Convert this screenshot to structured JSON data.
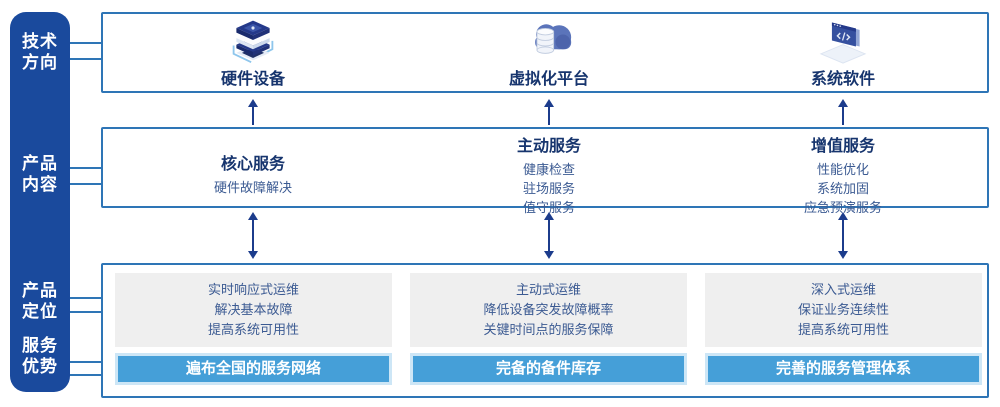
{
  "colors": {
    "sidebar_bg": "#1a4a9d",
    "sidebar_text": "#ffffff",
    "panel_border": "#2e75b6",
    "connector": "#2e75b6",
    "heading_text": "#17356e",
    "body_text": "#3b5a92",
    "arrow": "#1c3c8c",
    "gray_box_bg": "#efefef",
    "bar_bg": "#459fd8",
    "bar_border": "#cde6f6",
    "bar_text": "#ffffff"
  },
  "sidebar": {
    "items": [
      {
        "label": "技术\n方向"
      },
      {
        "label": "产品\n内容"
      },
      {
        "label": "产品\n定位"
      },
      {
        "label": "服务\n优势"
      }
    ]
  },
  "tech_direction_row": {
    "items": [
      {
        "icon": "server-stack-icon",
        "label": "硬件设备"
      },
      {
        "icon": "cloud-database-icon",
        "label": "虚拟化平台"
      },
      {
        "icon": "code-window-icon",
        "label": "系统软件"
      }
    ]
  },
  "product_content_row": {
    "columns": [
      {
        "heading": "核心服务",
        "items": [
          "硬件故障解决"
        ]
      },
      {
        "heading": "主动服务",
        "items": [
          "健康检查",
          "驻场服务",
          "值守服务"
        ]
      },
      {
        "heading": "增值服务",
        "items": [
          "性能优化",
          "系统加固",
          "应急预演服务"
        ]
      }
    ]
  },
  "positioning_row": {
    "columns": [
      {
        "positioning": [
          "实时响应式运维",
          "解决基本故障",
          "提高系统可用性"
        ],
        "advantage": "遍布全国的服务网络"
      },
      {
        "positioning": [
          "主动式运维",
          "降低设备突发故障概率",
          "关键时间点的服务保障"
        ],
        "advantage": "完备的备件库存"
      },
      {
        "positioning": [
          "深入式运维",
          "保证业务连续性",
          "提高系统可用性"
        ],
        "advantage": "完善的服务管理体系"
      }
    ]
  }
}
